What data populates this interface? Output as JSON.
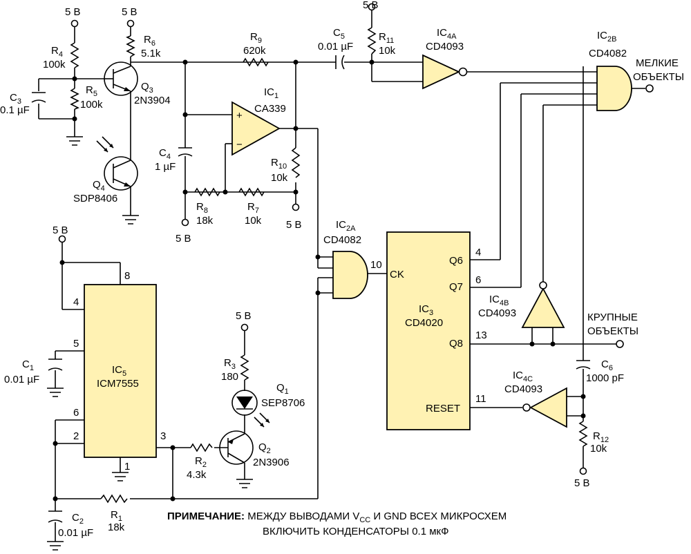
{
  "supply_label": "5 В",
  "chips": {
    "ic1": {
      "ref": "IC",
      "sub": "1",
      "part": "CA339",
      "plus": "+",
      "minus": "−"
    },
    "ic2a": {
      "ref": "IC",
      "sub": "2A",
      "part": "CD4082",
      "pin_out": "10"
    },
    "ic2b": {
      "ref": "IC",
      "sub": "2B",
      "part": "CD4082"
    },
    "ic3": {
      "ref": "IC",
      "sub": "3",
      "part": "CD4020",
      "pin_ck": "CK",
      "pin_q6": "Q6",
      "pin_q7": "Q7",
      "pin_q8": "Q8",
      "pin_reset": "RESET",
      "num_q6": "4",
      "num_q7": "6",
      "num_q8": "13",
      "num_reset": "11"
    },
    "ic4a": {
      "ref": "IC",
      "sub": "4A",
      "part": "CD4093"
    },
    "ic4b": {
      "ref": "IC",
      "sub": "4B",
      "part": "CD4093"
    },
    "ic4c": {
      "ref": "IC",
      "sub": "4C",
      "part": "CD4093"
    },
    "ic5": {
      "ref": "IC",
      "sub": "5",
      "part": "ICM7555",
      "pin8": "8",
      "pin4": "4",
      "pin5": "5",
      "pin6": "6",
      "pin2": "2",
      "pin3": "3",
      "pin1": "1"
    }
  },
  "resistors": {
    "r1": {
      "ref": "R",
      "sub": "1",
      "value": "18k"
    },
    "r2": {
      "ref": "R",
      "sub": "2",
      "value": "4.3k"
    },
    "r3": {
      "ref": "R",
      "sub": "3",
      "value": "180"
    },
    "r4": {
      "ref": "R",
      "sub": "4",
      "value": "100k"
    },
    "r5": {
      "ref": "R",
      "sub": "5",
      "value": "100k"
    },
    "r6": {
      "ref": "R",
      "sub": "6",
      "value": "5.1k"
    },
    "r7": {
      "ref": "R",
      "sub": "7",
      "value": "10k"
    },
    "r8": {
      "ref": "R",
      "sub": "8",
      "value": "18k"
    },
    "r9": {
      "ref": "R",
      "sub": "9",
      "value": "620k"
    },
    "r10": {
      "ref": "R",
      "sub": "10",
      "value": "10k"
    },
    "r11": {
      "ref": "R",
      "sub": "11",
      "value": "10k"
    },
    "r12": {
      "ref": "R",
      "sub": "12",
      "value": "10k"
    }
  },
  "capacitors": {
    "c1": {
      "ref": "C",
      "sub": "1",
      "value": "0.01 µF"
    },
    "c2": {
      "ref": "C",
      "sub": "2",
      "value": "0.01 µF"
    },
    "c3": {
      "ref": "C",
      "sub": "3",
      "value": "0.1 µF"
    },
    "c4": {
      "ref": "C",
      "sub": "4",
      "value": "1 µF"
    },
    "c5": {
      "ref": "C",
      "sub": "5",
      "value": "0.01 µF"
    },
    "c6": {
      "ref": "C",
      "sub": "6",
      "value": "1000 pF"
    }
  },
  "semis": {
    "q1": {
      "ref": "Q",
      "sub": "1",
      "part": "SEP8706"
    },
    "q2": {
      "ref": "Q",
      "sub": "2",
      "part": "2N3906"
    },
    "q3": {
      "ref": "Q",
      "sub": "3",
      "part": "2N3904"
    },
    "q4": {
      "ref": "Q",
      "sub": "4",
      "part": "SDP8406"
    }
  },
  "outputs": {
    "small_line1": "МЕЛКИЕ",
    "small_line2": "ОБЪЕКТЫ",
    "large_line1": "КРУПНЫЕ",
    "large_line2": "ОБЪЕКТЫ"
  },
  "note": {
    "label": "ПРИМЕЧАНИЕ:",
    "line1_a": "МЕЖДУ ВЫВОДАМИ V",
    "line1_sub": "CC",
    "line1_b": " И GND ВСЕХ МИКРОСХЕМ",
    "line2": "ВКЛЮЧИТЬ КОНДЕНСАТОРЫ 0.1 мкФ"
  }
}
